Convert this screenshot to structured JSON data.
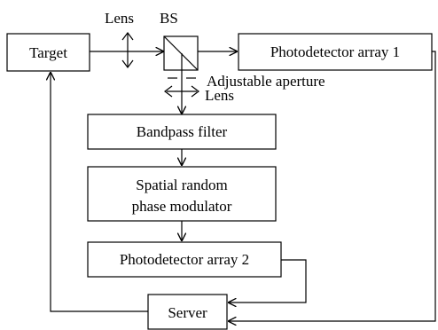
{
  "labels": {
    "target": "Target",
    "lens_top": "Lens",
    "bs": "BS",
    "photodetector1": "Photodetector array 1",
    "adjustable_aperture": "Adjustable aperture",
    "lens_mid": "Lens",
    "bandpass_filter": "Bandpass filter",
    "modulator_line1": "Spatial random",
    "modulator_line2": "phase modulator",
    "photodetector2": "Photodetector array 2",
    "server": "Server"
  },
  "colors": {
    "stroke": "#000000",
    "background": "#ffffff"
  }
}
